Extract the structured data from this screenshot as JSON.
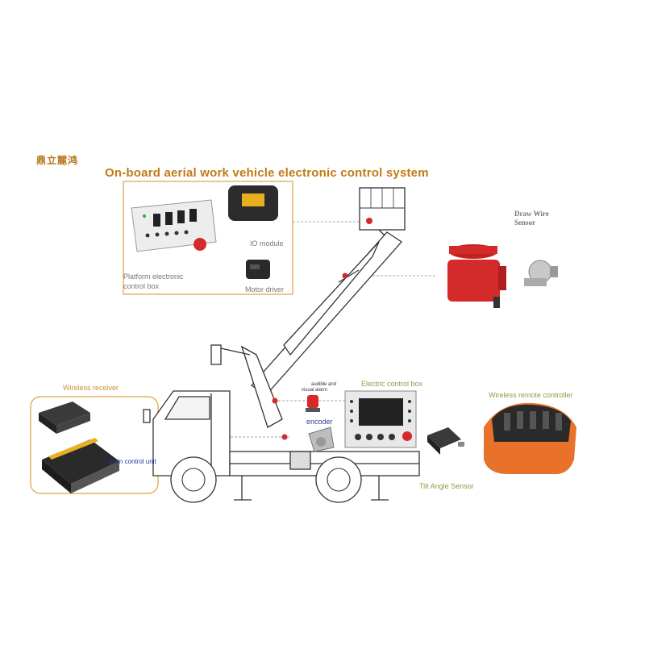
{
  "brand": "鼎立麓鸿",
  "title": "On-board  aerial  work  vehicle  electronic  control  system",
  "labels": {
    "platform_box_line1": "Platform   electronic",
    "platform_box_line2": "control box",
    "io_module": "IO module",
    "motor_driver": "Motor driver",
    "draw_wire_line1": "Draw Wire",
    "draw_wire_line2": "Sensor",
    "wireless_receiver": "Wireless receiver",
    "main_control_unit": "main control unit",
    "audible_line1": "audible  and",
    "audible_line2": "visual alarm",
    "encoder": "encoder",
    "electric_control_box": "Electric control box",
    "wireless_remote": "Wireless remote controller",
    "tilt_angle": "Tilt Angle Sensor"
  },
  "colors": {
    "title": "#c17a16",
    "frame_orange": "#e0a040",
    "sensor_red": "#d42a2a",
    "remote_orange": "#e8722a",
    "blue_label": "#2a3aa0"
  }
}
